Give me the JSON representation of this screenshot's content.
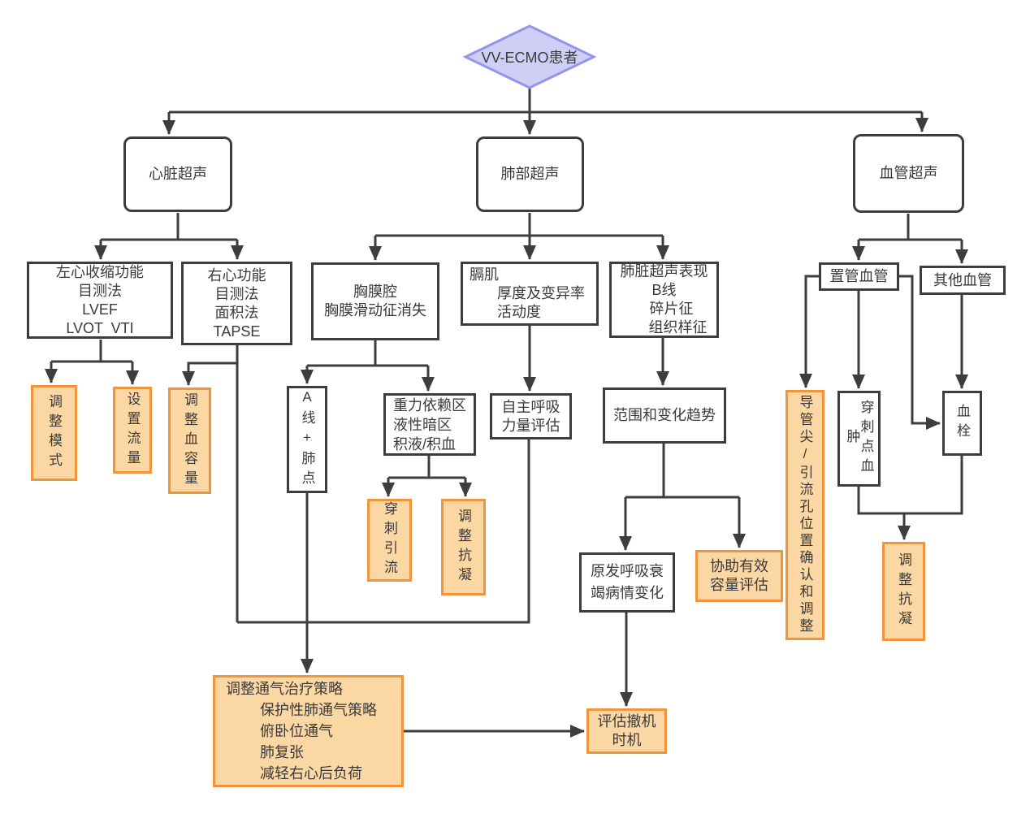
{
  "colors": {
    "line": "#3d3d3d",
    "box_border": "#3d3d3d",
    "box_fill": "#ffffff",
    "orange_fill": "#fbd7a4",
    "orange_border": "#f0953c",
    "diamond_fill": "#cfcff5",
    "diamond_border": "#9494ec",
    "text": "#3a3a3a",
    "bg": "#ffffff"
  },
  "nodes": {
    "root": {
      "label": "VV-ECMO患者"
    },
    "cardiac": {
      "label": "心脏超声"
    },
    "lung": {
      "label": "肺部超声"
    },
    "vascular": {
      "label": "血管超声"
    },
    "left_heart": {
      "lines": [
        "左心收缩功能",
        "目测法",
        "LVEF",
        "LVOT  VTI"
      ]
    },
    "right_heart": {
      "lines": [
        "右心功能",
        "目测法",
        "面积法",
        "TAPSE"
      ]
    },
    "adjust_mode": {
      "label": "调整模式"
    },
    "set_flow": {
      "label": "设置流量"
    },
    "adjust_volume": {
      "label": "调整血容量"
    },
    "pleural": {
      "lines": [
        "胸膜腔",
        "胸膜滑动征消失"
      ]
    },
    "diaphragm": {
      "lines": [
        "膈肌",
        "厚度及变异率",
        "活动度"
      ]
    },
    "lung_signs": {
      "lines": [
        "肺脏超声表现",
        "B线",
        "碎片征",
        "组织样征"
      ]
    },
    "a_line": {
      "label": "A线+肺点"
    },
    "gravity": {
      "lines": [
        "重力依赖区",
        "液性暗区",
        "积液/积血"
      ]
    },
    "breath": {
      "lines": [
        "自主呼吸",
        "力量评估"
      ]
    },
    "range_trend": {
      "label": "范围和变化趋势"
    },
    "drainage": {
      "label": "穿刺引流"
    },
    "anticoag_mid": {
      "label": "调整抗凝"
    },
    "resp_change": {
      "lines": [
        "原发呼吸衰",
        "竭病情变化"
      ]
    },
    "assist_volume": {
      "lines": [
        "协助有效",
        "容量评估"
      ]
    },
    "catheter_tip": {
      "label": "导管尖/引流孔位置确认和调整"
    },
    "cannulated": {
      "label": "置管血管"
    },
    "other_vessels": {
      "label": "其他血管"
    },
    "hematoma": {
      "label": "穿刺点血肿"
    },
    "thrombus": {
      "label": "血栓"
    },
    "anticoag_right": {
      "label": "调整抗凝"
    },
    "vent_strategy": {
      "lines": [
        "调整通气治疗策略",
        "保护性肺通气策略",
        "俯卧位通气",
        "肺复张",
        "减轻右心后负荷"
      ]
    },
    "wean": {
      "lines": [
        "评估撤机",
        "时机"
      ]
    }
  }
}
